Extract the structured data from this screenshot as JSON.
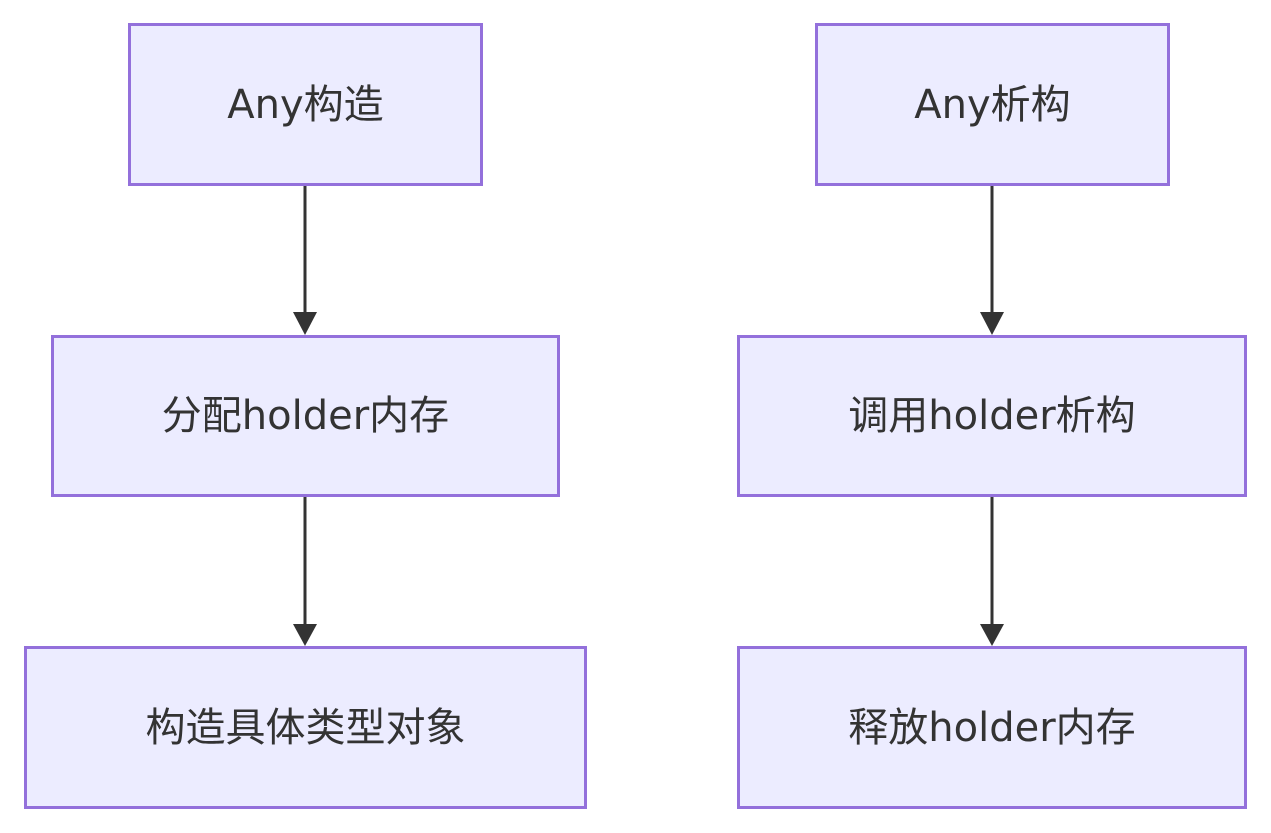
{
  "flows": [
    {
      "nodes": [
        {
          "label": "Any构造"
        },
        {
          "label": "分配holder内存"
        },
        {
          "label": "构造具体类型对象"
        }
      ]
    },
    {
      "nodes": [
        {
          "label": "Any析构"
        },
        {
          "label": "调用holder析构"
        },
        {
          "label": "释放holder内存"
        }
      ]
    }
  ],
  "colors": {
    "node_fill": "#ececff",
    "node_border": "#9370db",
    "text": "#333333",
    "edge": "#333333"
  }
}
